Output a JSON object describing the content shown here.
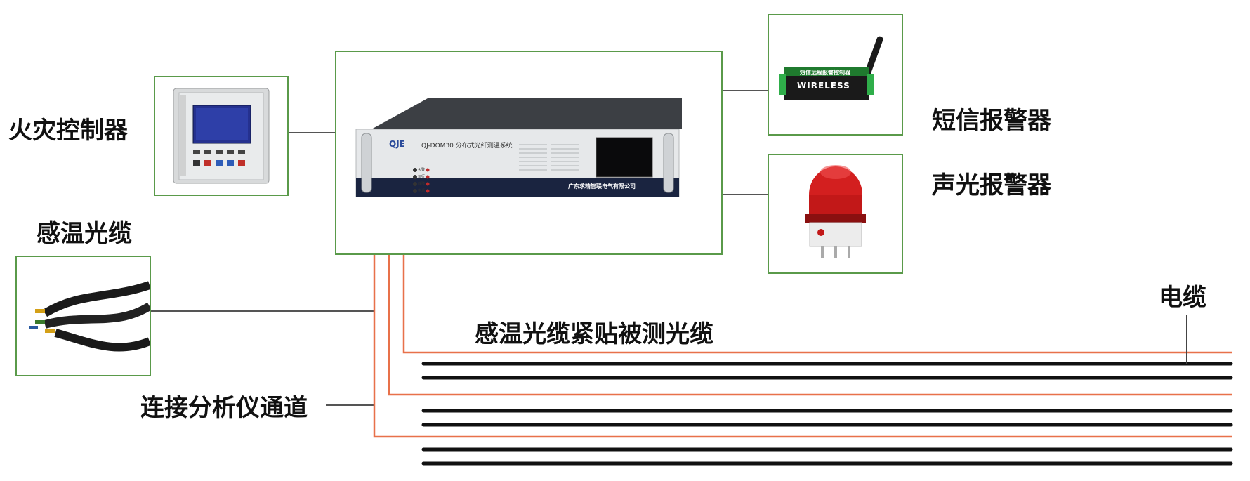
{
  "labels": {
    "fire_controller": "火灾控制器",
    "sensing_cable": "感温光缆",
    "sms_alarm": "短信报警器",
    "sound_light_alarm": "声光报警器",
    "power_cable": "电缆",
    "attach_note": "感温光缆紧贴被测光缆",
    "analyzer_channel": "连接分析仪通道"
  },
  "device": {
    "brand": "QJE",
    "model_title": "QJ-DOM30 分布式光纤测温系统",
    "company": "广东求精智联电气有限公司",
    "indicators": [
      "火警",
      "运行",
      "故障",
      "电源"
    ]
  },
  "sms_device": {
    "header": "短信远程报警控制器",
    "name": "WIRELESS"
  },
  "colors": {
    "frame": "#5a9a4a",
    "fiber": "#e8714a",
    "cable": "#111111",
    "connector": "#555555"
  }
}
